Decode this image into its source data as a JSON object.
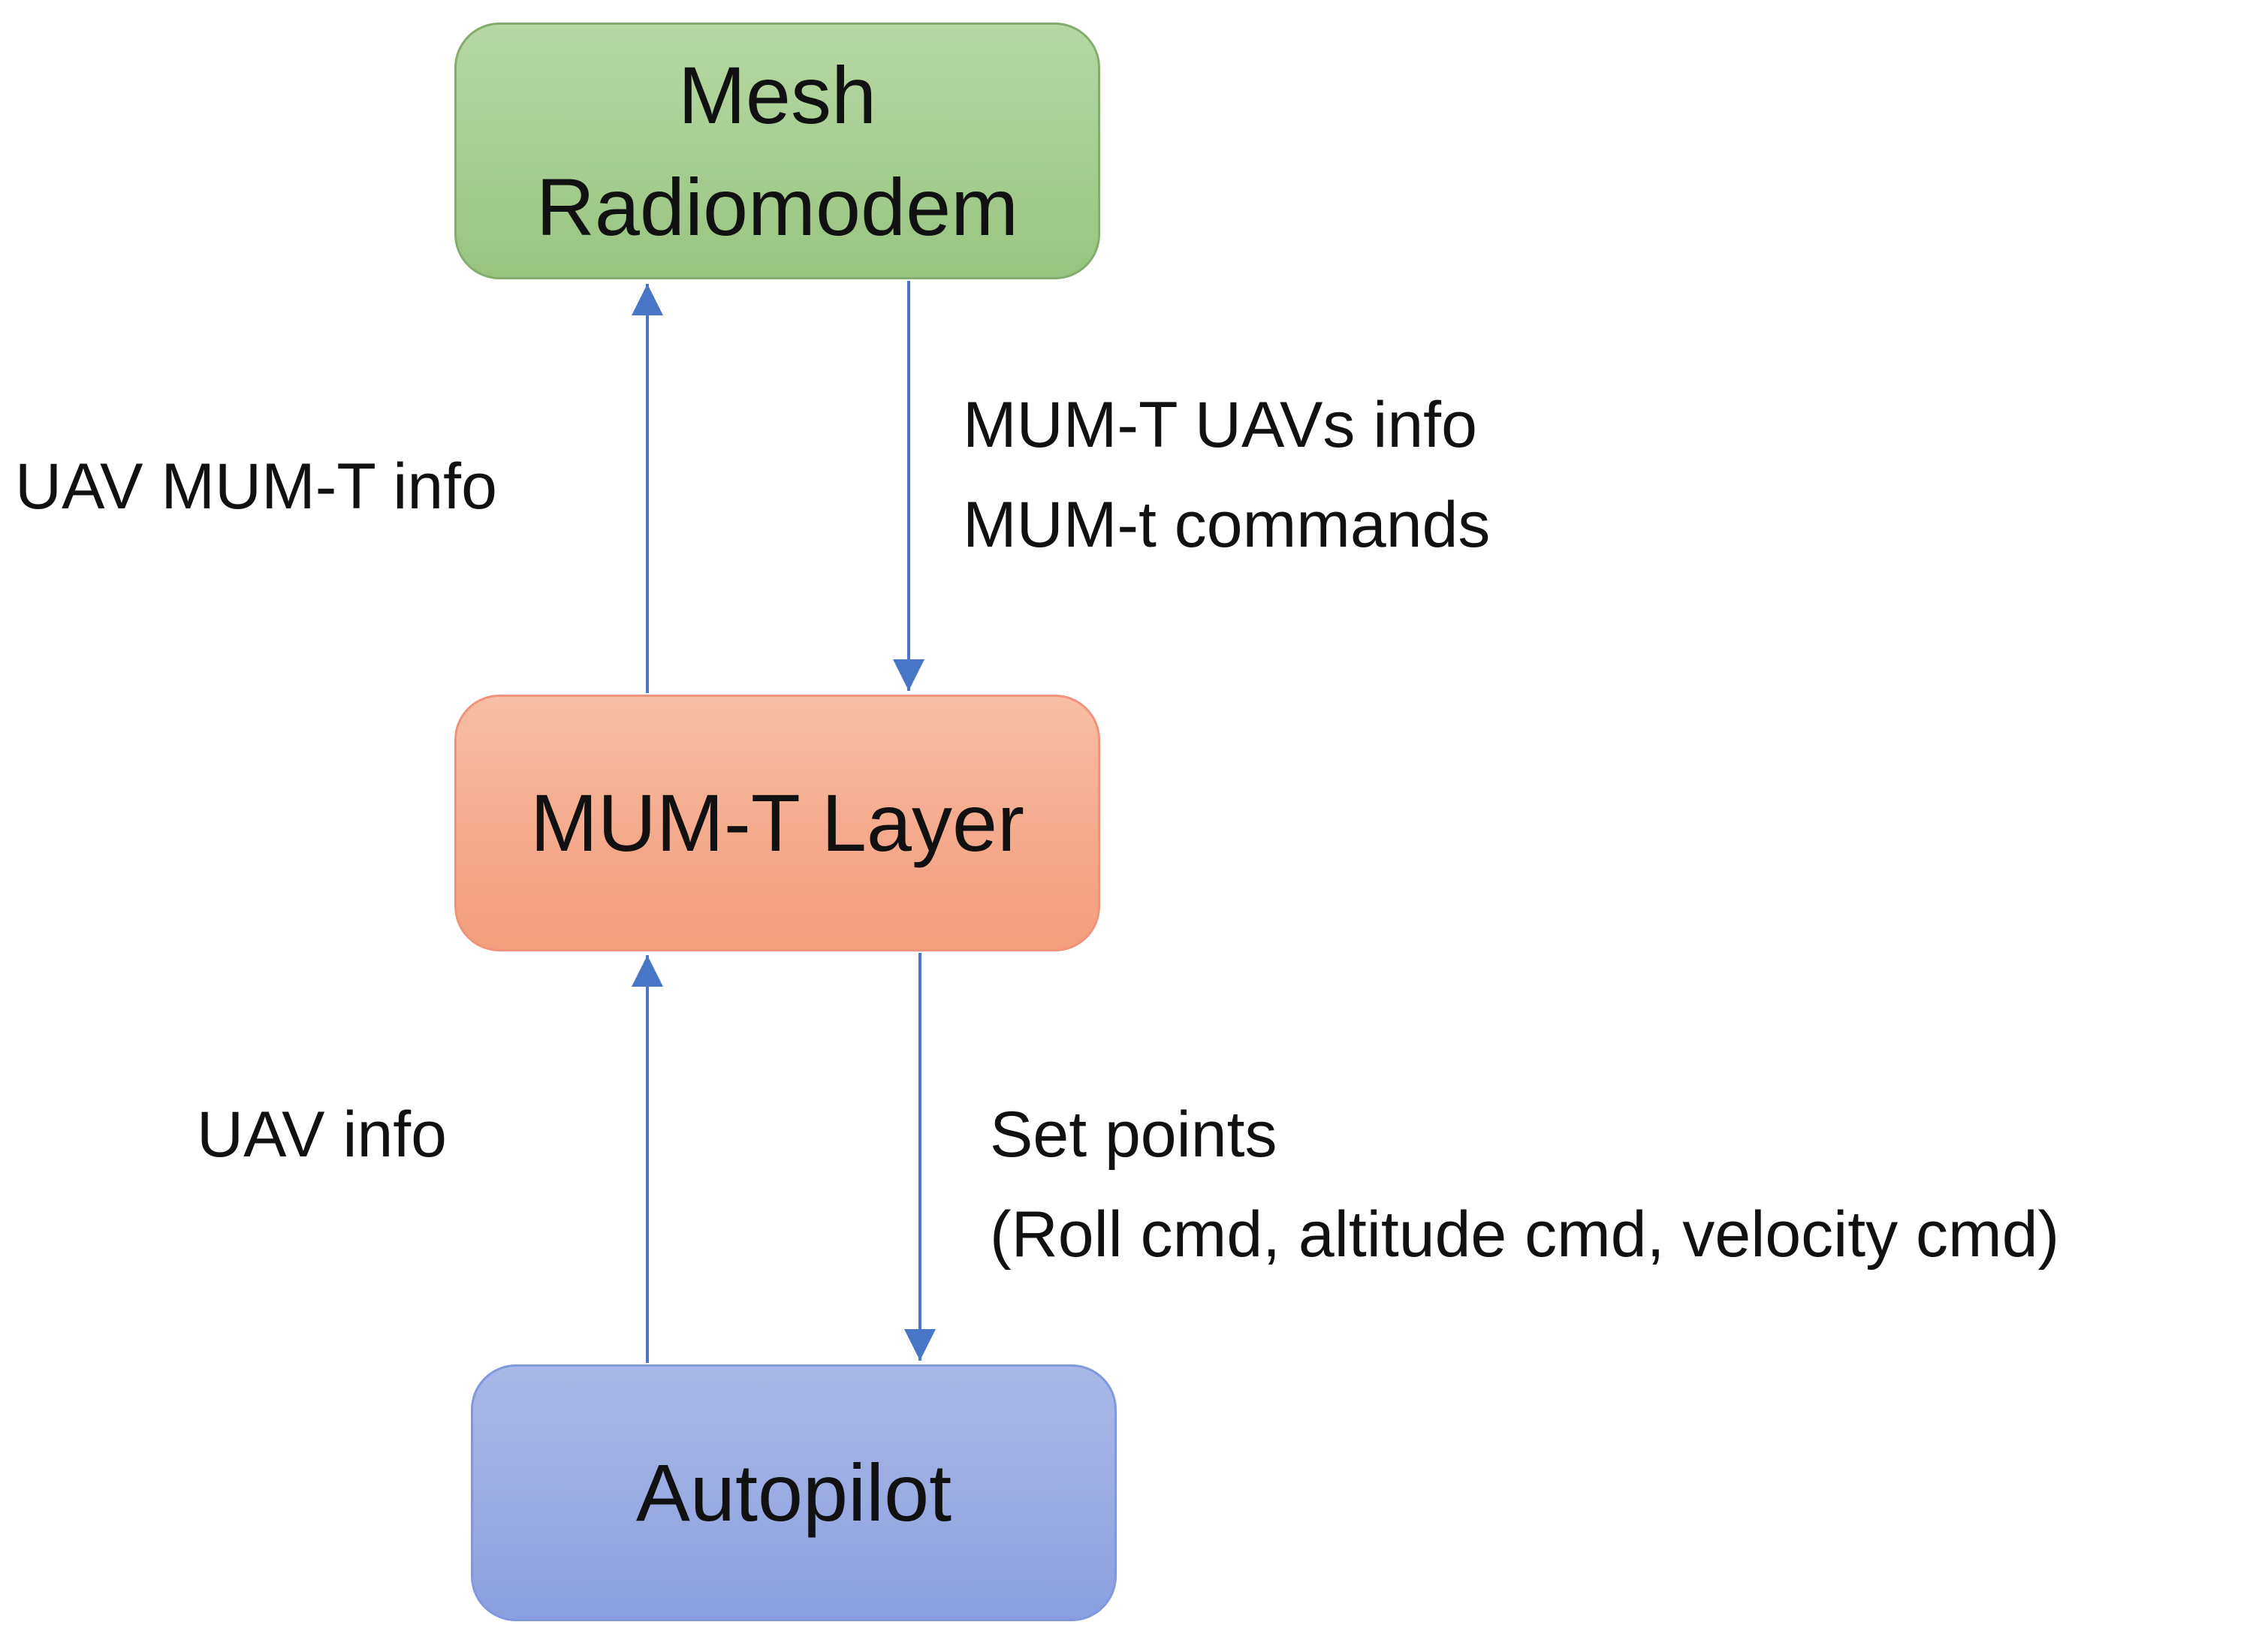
{
  "boxes": {
    "mesh_radiomodem": {
      "line1": "Mesh",
      "line2": "Radiomodem",
      "fill": "#a7ce91",
      "border": "#83ad6d"
    },
    "mumt_layer": {
      "label": "MUM-T Layer",
      "fill": "#f5aa8d",
      "border": "#f0937a"
    },
    "autopilot": {
      "label": "Autopilot",
      "fill": "#9aabe3",
      "border": "#7f99dc"
    }
  },
  "edges": {
    "layer_to_mesh": {
      "label": "UAV MUM-T info"
    },
    "mesh_to_layer": {
      "line1": "MUM-T UAVs info",
      "line2": "MUM-t commands"
    },
    "autopilot_to_layer": {
      "label": "UAV info"
    },
    "layer_to_autopilot": {
      "line1": "Set points",
      "line2": "(Roll cmd, altitude cmd, velocity cmd)"
    }
  },
  "arrow_color": "#4a76c8"
}
